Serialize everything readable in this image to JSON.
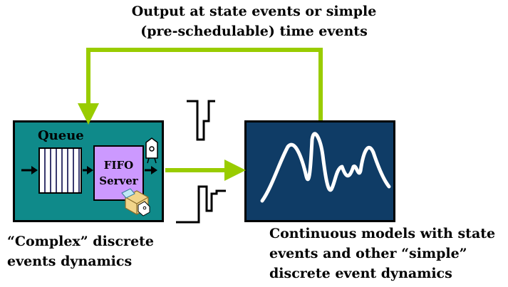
{
  "captions": {
    "top": [
      "Output at state events or simple",
      "(pre-schedulable) time events"
    ],
    "left": [
      "“Complex”  discrete",
      "events dynamics"
    ],
    "right": [
      "Continuous models with state",
      "events and other “simple”",
      "discrete event dynamics"
    ]
  },
  "left_box": {
    "queue_label": "Queue",
    "server_label": [
      "FIFO",
      "Server"
    ]
  },
  "colors": {
    "left_box": "#0f8a8a",
    "right_box": "#0f3c66",
    "server": "#cc99ff",
    "arrow": "#99cc00",
    "signal_line": "#ffffff"
  },
  "icons": [
    "queue-icon",
    "entity-icon",
    "package-icon",
    "pulse-signal-icon"
  ]
}
